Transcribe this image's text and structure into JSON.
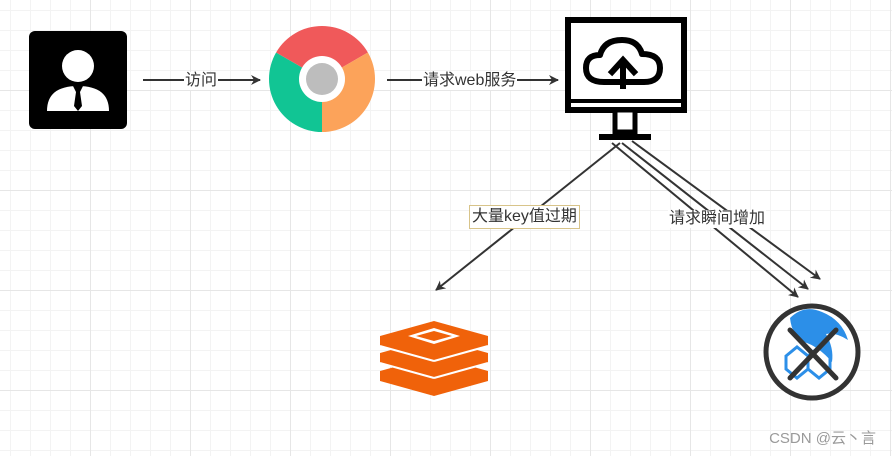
{
  "diagram": {
    "nodes": {
      "user": {
        "icon": "user-businessman-icon"
      },
      "browser": {
        "icon": "chrome-browser-icon"
      },
      "server": {
        "icon": "cloud-upload-monitor-icon"
      },
      "cache": {
        "icon": "redis-icon"
      },
      "database": {
        "icon": "mysql-dolphin-down-icon"
      }
    },
    "edges": {
      "visit": "访问",
      "request_web": "请求web服务",
      "key_expire": "大量key值过期",
      "request_surge": "请求瞬间增加"
    },
    "watermark": "CSDN @云丶言",
    "colors": {
      "line": "#333333",
      "chrome_red": "#f0595a",
      "chrome_green": "#11c594",
      "chrome_orange": "#fca35a",
      "redis": "#f0620a",
      "mysql_blue": "#2c8fe8"
    }
  }
}
